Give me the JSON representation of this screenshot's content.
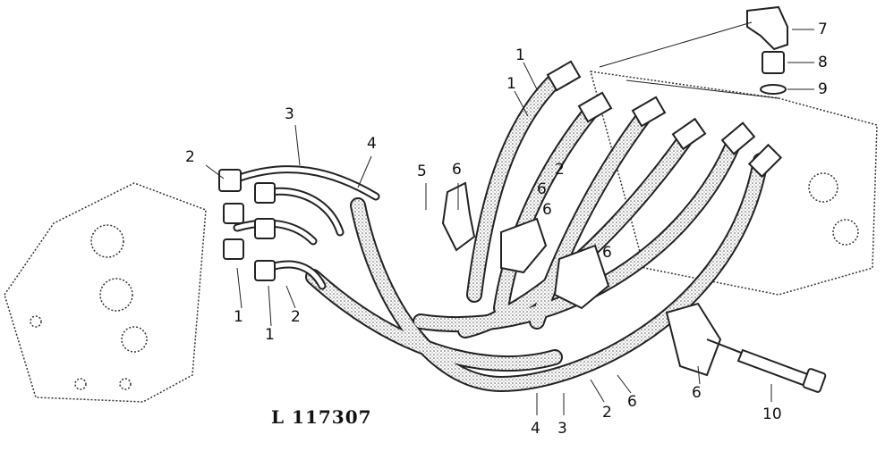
{
  "figure_code": "L 117307",
  "callouts": [
    "1",
    "1",
    "2",
    "3",
    "4",
    "5",
    "6",
    "6",
    "6",
    "2",
    "6",
    "1",
    "1",
    "2",
    "7",
    "8",
    "9",
    "6",
    "10",
    "4",
    "3",
    "2",
    "6"
  ],
  "colors": {
    "ink": "#111111",
    "stipple": "#555555"
  }
}
